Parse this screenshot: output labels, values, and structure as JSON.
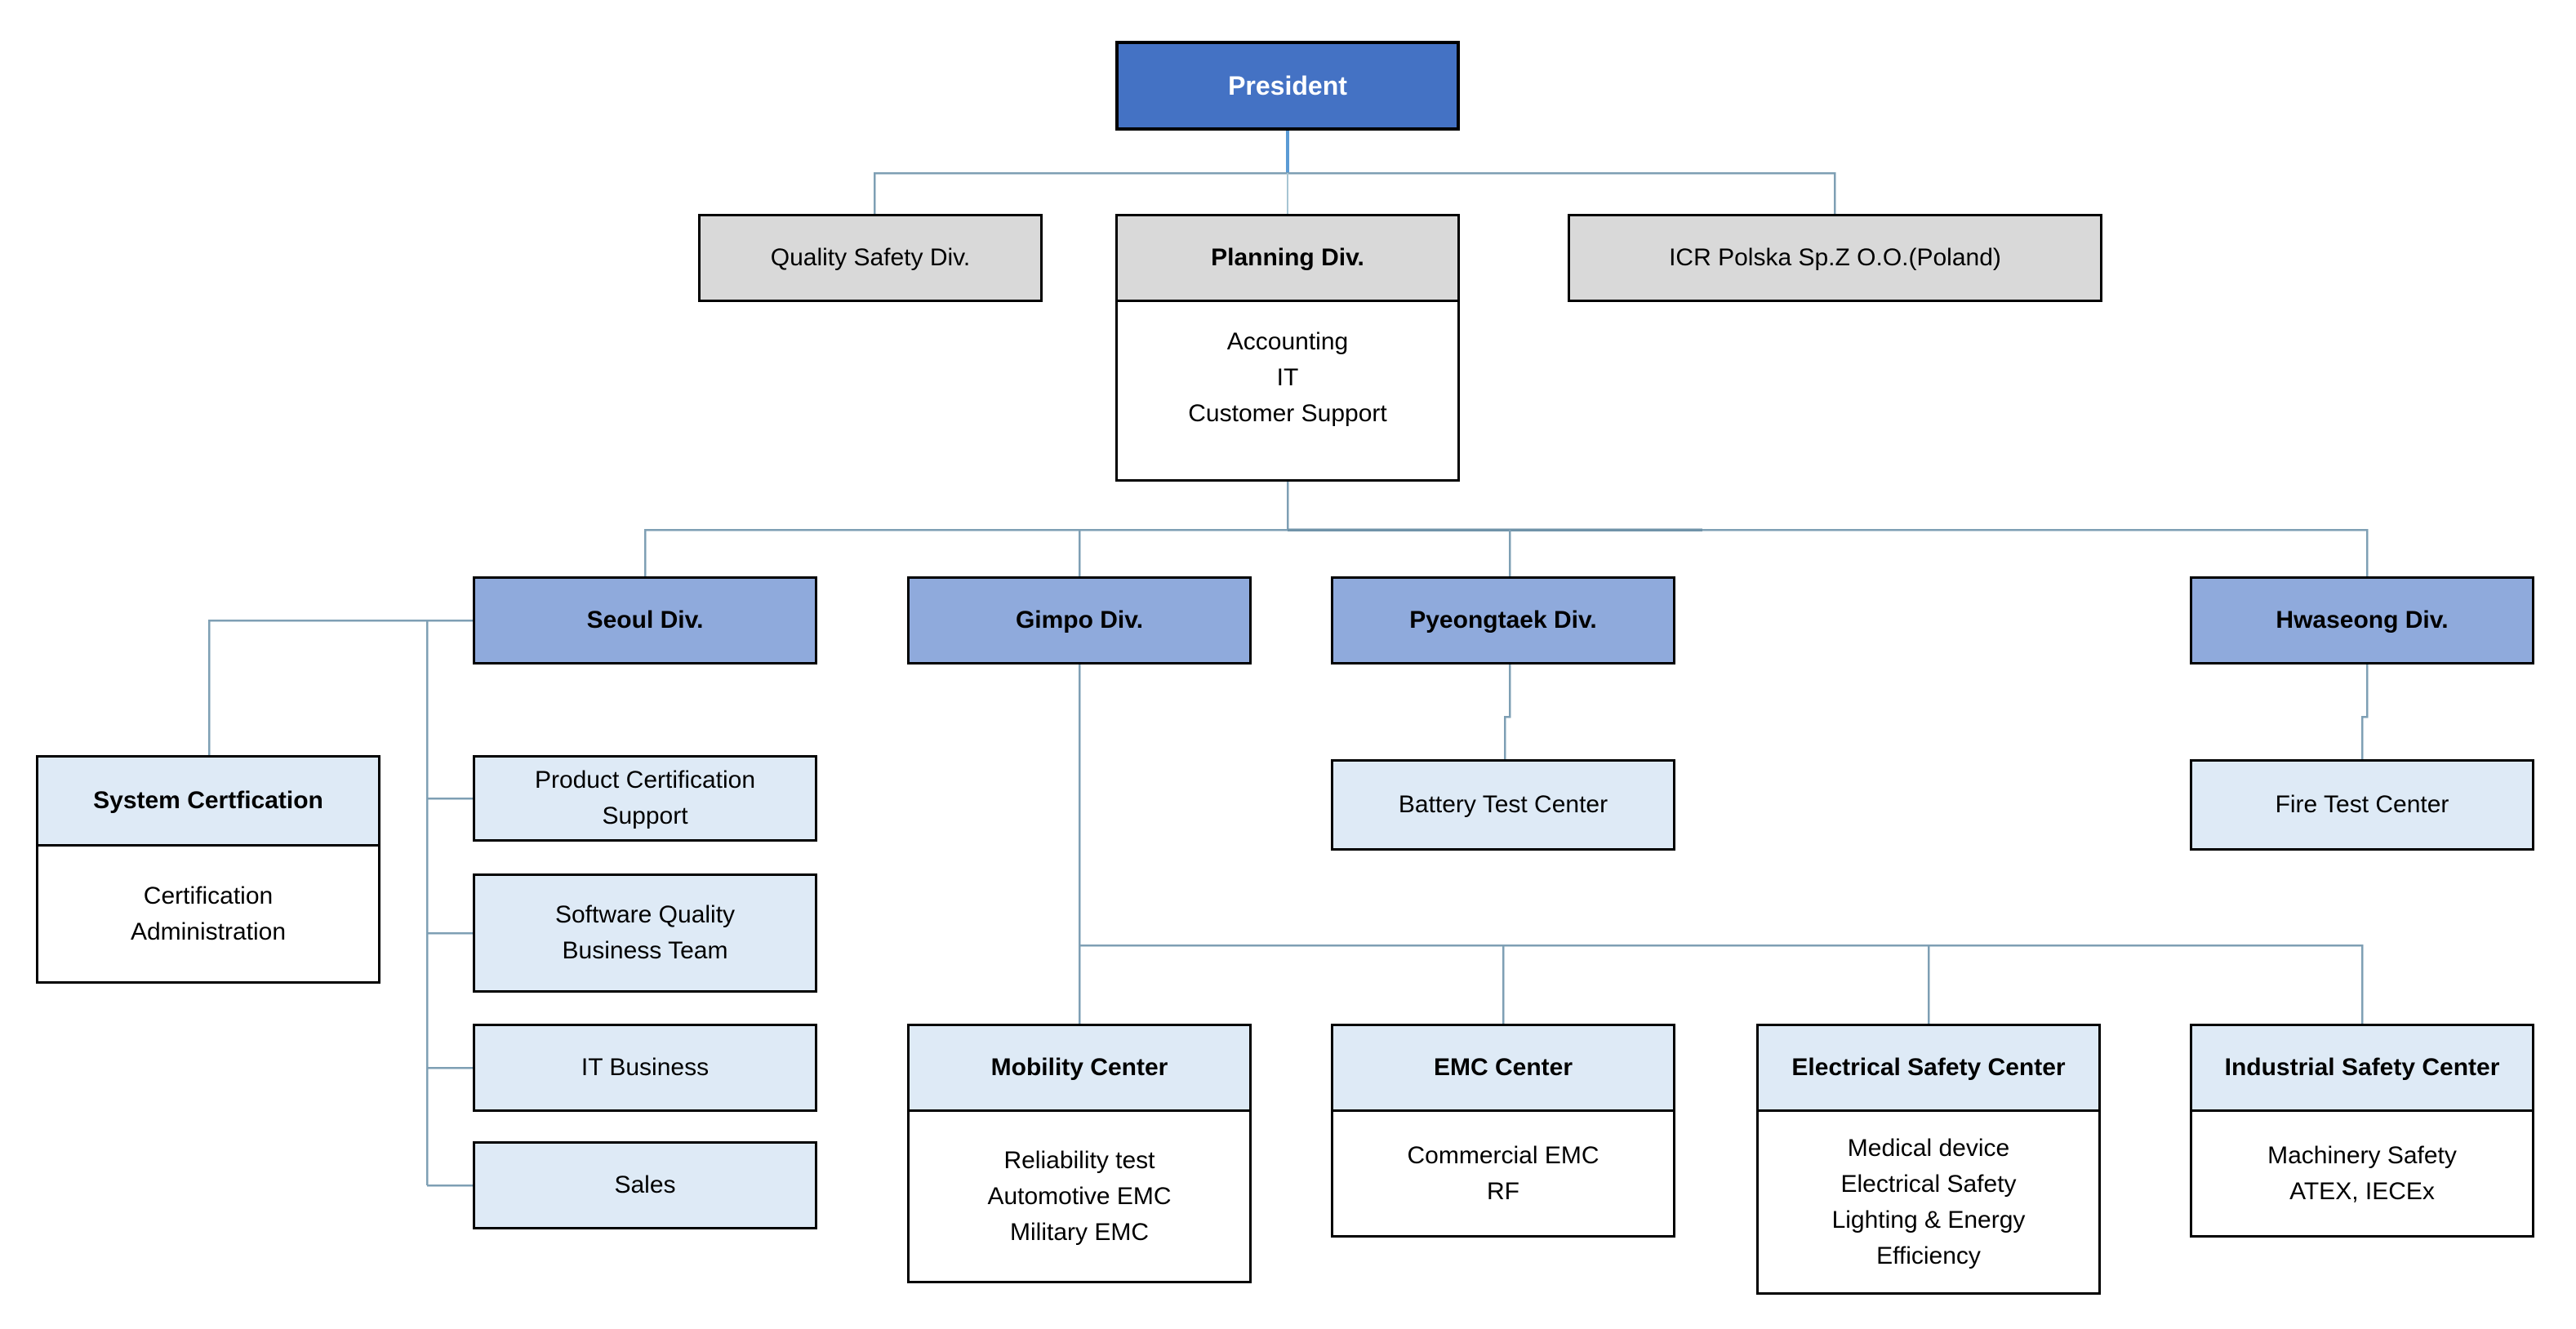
{
  "palette": {
    "president_fill": "#4472C4",
    "president_text": "#FFFFFF",
    "level2_fill": "#D9D9D9",
    "division_fill": "#8FAADC",
    "team_fill": "#DEEAF6",
    "body_fill": "#FFFFFF",
    "box_border": "#000000",
    "connector_line": "#7E9FB4",
    "connector_dark": "#7093A8",
    "connector_light": "#A6C5D3",
    "president_drop_line": "#5B9BD5"
  },
  "chart": {
    "president": {
      "label": "President"
    },
    "level2": {
      "quality": {
        "label": "Quality Safety Div."
      },
      "planning": {
        "label": "Planning Div.",
        "departments": [
          "Accounting",
          "IT",
          "Customer Support"
        ]
      },
      "icr": {
        "label": "ICR Polska Sp.Z O.O.(Poland)"
      }
    },
    "divisions": {
      "seoul": {
        "label": "Seoul Div."
      },
      "gimpo": {
        "label": "Gimpo Div."
      },
      "pyeongtaek": {
        "label": "Pyeongtaek Div."
      },
      "hwaseong": {
        "label": "Hwaseong Div."
      }
    },
    "seoul_units": {
      "system_certification": {
        "label": "System Certfication",
        "departments": [
          "Certification",
          "Administration"
        ]
      },
      "teams": {
        "product": {
          "lines": [
            "Product Certification",
            "Support"
          ]
        },
        "software": {
          "lines": [
            "Software Quality",
            "Business Team"
          ]
        },
        "it": {
          "label": "IT Business"
        },
        "sales": {
          "label": "Sales"
        }
      }
    },
    "centers": {
      "battery": {
        "label": "Battery Test Center"
      },
      "fire": {
        "label": "Fire Test Center"
      },
      "mobility": {
        "label": "Mobility Center",
        "departments": [
          "Reliability test",
          "Automotive EMC",
          "Military EMC"
        ]
      },
      "emc": {
        "label": "EMC Center",
        "departments": [
          "Commercial EMC",
          "RF"
        ]
      },
      "electrical": {
        "label": "Electrical Safety Center",
        "departments": [
          "Medical device",
          "Electrical Safety",
          "Lighting & Energy",
          "Efficiency"
        ]
      },
      "industrial": {
        "label": "Industrial Safety Center",
        "departments": [
          "Machinery Safety",
          "ATEX, IECEx"
        ]
      }
    }
  }
}
